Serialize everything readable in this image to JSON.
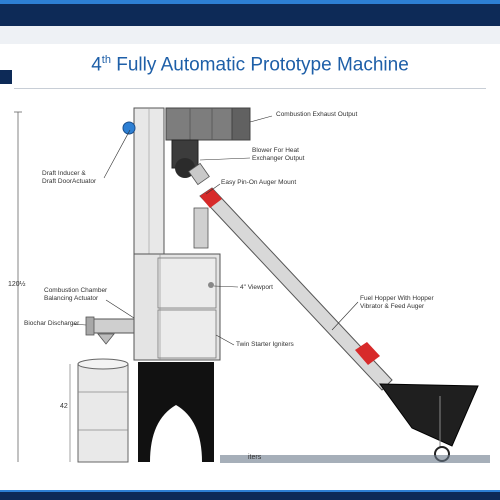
{
  "title": {
    "prefix": "4",
    "sup": "th",
    "rest": " Fully Automatic Prototype Machine"
  },
  "labels": {
    "exhaust": "Combustion Exhaust Output",
    "blower_1": "Blower For Heat",
    "blower_2": "Exchanger Output",
    "auger_mount": "Easy Pin-On Auger Mount",
    "draft_1": "Draft Inducer &",
    "draft_2": "Draft DoorActuator",
    "height": "120½",
    "viewport": "4\" Viewport",
    "cc_1": "Combustion Chamber",
    "cc_2": "Balancing Actuator",
    "hopper_1": "Fuel Hopper With Hopper",
    "hopper_2": "Vibrator & Feed Auger",
    "biochar": "Biochar Discharger",
    "igniters": "Twin Starter Igniters",
    "barrel_height": "42",
    "bottom_partial": "iters"
  },
  "colors": {
    "brand_dark": "#0d2a57",
    "brand_light": "#2d7fd3",
    "title": "#1e5fa8",
    "auger_red": "#d72a2a"
  }
}
